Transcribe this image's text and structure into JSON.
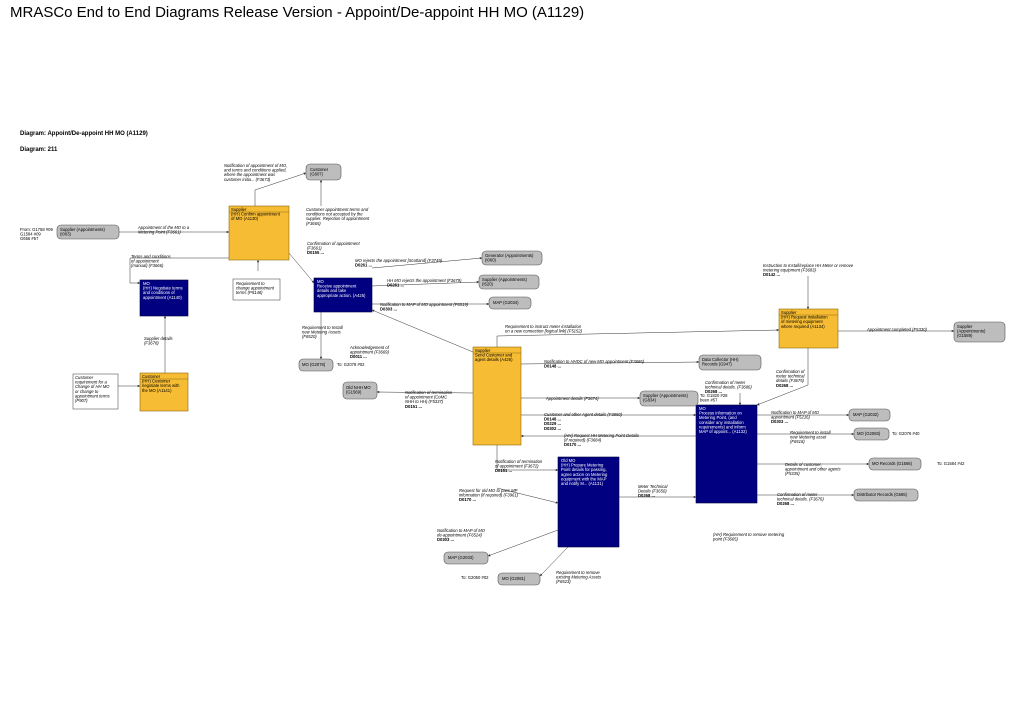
{
  "page": {
    "title": "MRASCo End to End Diagrams Release Version - Appoint/De-appoint HH MO (A1129)",
    "diagram_label": "Diagram: Appoint/De-appoint HH MO (A1129)",
    "diagram_number": "Diagram: 211"
  },
  "colors": {
    "lane_yellow": "#f6bc34",
    "lane_blue": "#000080",
    "external": "#bdbdbd"
  },
  "externals": {
    "e_supp_left": [
      "Supplier (Appointments)",
      "(I003)"
    ],
    "e_customer_top": [
      "Customer",
      "(G607)"
    ],
    "e_generator": [
      "Generator (Appointments)",
      "(I060)"
    ],
    "e_supp_mid": [
      "Supplier (Appointments)",
      "(I520)"
    ],
    "e_map_g2034": [
      "MAP (G2034)"
    ],
    "e_mo_g2078": [
      "MO (G2078)"
    ],
    "e_old_nhh": [
      "Old NHH MO",
      "(G1569)"
    ],
    "e_dc_hh": [
      "Data Collector (HH)",
      "Records (G947)"
    ],
    "e_supp_appt_g834": [
      "Supplier (Appointments)",
      "(G834)"
    ],
    "e_map_g2032": [
      "MAP (G2032)"
    ],
    "e_mo_g2083": [
      "MO (G2083)"
    ],
    "e_mo_records": [
      "MO Records (G1566)"
    ],
    "e_distributor": [
      "Distributor Records (G665)"
    ],
    "e_map_g2033": [
      "MAP (G2033)"
    ],
    "e_mo_g2081": [
      "MO (G2081)"
    ],
    "e_supp_right": [
      "Supplier",
      "(Appointments)",
      "(G1589)"
    ]
  },
  "lanes": {
    "l_supp_confirm": [
      "Supplier",
      "(HH) Confirm appointment",
      "of MO (A1130)"
    ],
    "l_mo_receive": [
      "MO",
      "Receive appointment",
      "details and take",
      "appropriate action. (A425)"
    ],
    "l_mo_negotiate": [
      "MO",
      "(HH) Negotiate terms",
      "and conditions of",
      "appointment (A1140)"
    ],
    "l_customer": [
      "Customer",
      "(HH) Customer",
      "negotiate terms with",
      "the MO (A1141)"
    ],
    "l_supp_send": [
      "Supplier",
      "Send Customer and",
      "agent details (A426)"
    ],
    "l_old_mo": [
      "Old MO",
      "(HH) Prepare Metering",
      "Point details for passing,",
      "agree action on Metering",
      "equipment with the MAP",
      "and notify M... (A1131)"
    ],
    "l_mo_process": [
      "MO",
      "Process information on",
      "Metering Point, (and",
      "consider any installation",
      "requirements) and inform",
      "MAP of appoint... (A1132)"
    ],
    "l_supp_install": [
      "Supplier",
      "(HH) Request installation",
      "of metering equipment",
      "where required (A1134)"
    ]
  },
  "notes": {
    "n_customer_req": [
      "Customer",
      "requirement for a",
      "Change of HH MO",
      "or change to",
      "appointment terms",
      "(P907)"
    ],
    "n_req_change": [
      "Requirement to",
      "change appointment",
      "terms (P5148)"
    ]
  },
  "side_codes": {
    "from_left": [
      "From: G1758 #09",
      "G1584 #09",
      "G656 #57"
    ],
    "to_mo_g2078": "To: G2078 #02",
    "to_g834": [
      "To: G1820 #28",
      "been #57"
    ],
    "to_g2083": "To: G2076 #40",
    "to_mo_records": "To: G1584 #42",
    "to_g2081": "To: G2050 #02"
  },
  "flows": {
    "f_notif_top": [
      "Notification of appointment of MO,",
      "and terms and conditions applied,",
      "where the appointment was",
      "customer initia... (F3673)"
    ],
    "f_appt_mp": [
      "Appointment of the MO to a",
      "Metering Point (F3661)"
    ],
    "f_terms": [
      "Terms and conditions",
      "of appointment",
      "(manual) (F3666)"
    ],
    "f_cust_terms": [
      "Customer appointment terms and",
      "conditions not accepted by the",
      "supplier. Rejection of appointment",
      "(F3665)"
    ],
    "f_confirm": [
      "Confirmation of appointment",
      "(F3661)",
      "D0155 ..."
    ],
    "f_mo_rejects_scot": [
      "MO rejects the appointment [Scotland] (F3749)",
      "D0261 ..."
    ],
    "f_hhmo_rejects": [
      "HH MO rejects the appointment (F3679)",
      "D0261 ..."
    ],
    "f_notif_map": [
      "Notification to MAP of MO appointment (F6519)",
      "D0303 ..."
    ],
    "f_req_install": [
      "Requirement to Install",
      "new Metering Assets",
      "(F6520)"
    ],
    "f_supplier_details": [
      "Supplier details",
      "(F3678)"
    ],
    "f_ack": [
      "Acknowledgement of",
      "appointment (F3669)",
      "D0011 ..."
    ],
    "f_req_instruct": [
      "Requirement to instruct meter installation",
      "on a new connection [logical link] (F5152)"
    ],
    "f_instruction": [
      "Instruction to Install/replace HH Meter or remove",
      "metering equipment (F3683)",
      "D0142 ..."
    ],
    "f_appt_completed": [
      "Appointment completed (F5330)"
    ],
    "f_notif_hhdc": [
      "Notification to HHDC of new MO appointment (F3686)",
      "D0148 ..."
    ],
    "f_notif_term_nhh": [
      "Notification of termination",
      "of appointment (CoMC",
      "NHH to HH) (F5337)",
      "D0151 ..."
    ],
    "f_appt_details": [
      "Appointment details (F3674)"
    ],
    "f_cust_agent": [
      "Customer and other Agent details (F3850)",
      "D0148 ...",
      "D0229 ...",
      "D0302 ..."
    ],
    "f_req_hh_mp": [
      "(HH) Request HH Metering Point Details",
      "(if required) (F3684)",
      "D0170 ..."
    ],
    "f_confirm_tech_left": [
      "Confirmation of meter",
      "technical details. (F3686)",
      "D0268 ..."
    ],
    "f_confirm_tech_right": [
      "Confirmation of",
      "meter technical",
      "details (F3675)",
      "D0268 ..."
    ],
    "f_notif_map_right": [
      "Notification to MAP of MO",
      "appointment (F5216)",
      "D0303 ..."
    ],
    "f_req_install_new": [
      "Requirement to install",
      "new Metering asset",
      "(F6518)"
    ],
    "f_details_cust": [
      "Details of customer,",
      "appointment and other agents",
      "(F5335)"
    ],
    "f_confirm_dist": [
      "Confirmation of meter",
      "technical details. (F3676)",
      "D0268 ..."
    ],
    "f_notif_term": [
      "Notification of termination",
      "of appointment (F3672)",
      "D0151 ..."
    ],
    "f_req_old_mo": [
      "Request for old MO to pass MP",
      "information (if required) (F3961)",
      "D0170 ..."
    ],
    "f_meter_tech": [
      "Meter Technical",
      "Details (F3650)",
      "D0268 ..."
    ],
    "f_notif_map_deappt": [
      "Notification to MAP of MO",
      "de-appointment (F6524)",
      "D0303 ..."
    ],
    "f_req_remove": [
      "Requirement to remove",
      "existing Metering Assets",
      "(F6523)"
    ],
    "f_hh_req_remove": [
      "(HH) Requirement to remove metering",
      "point (F3665)"
    ]
  }
}
